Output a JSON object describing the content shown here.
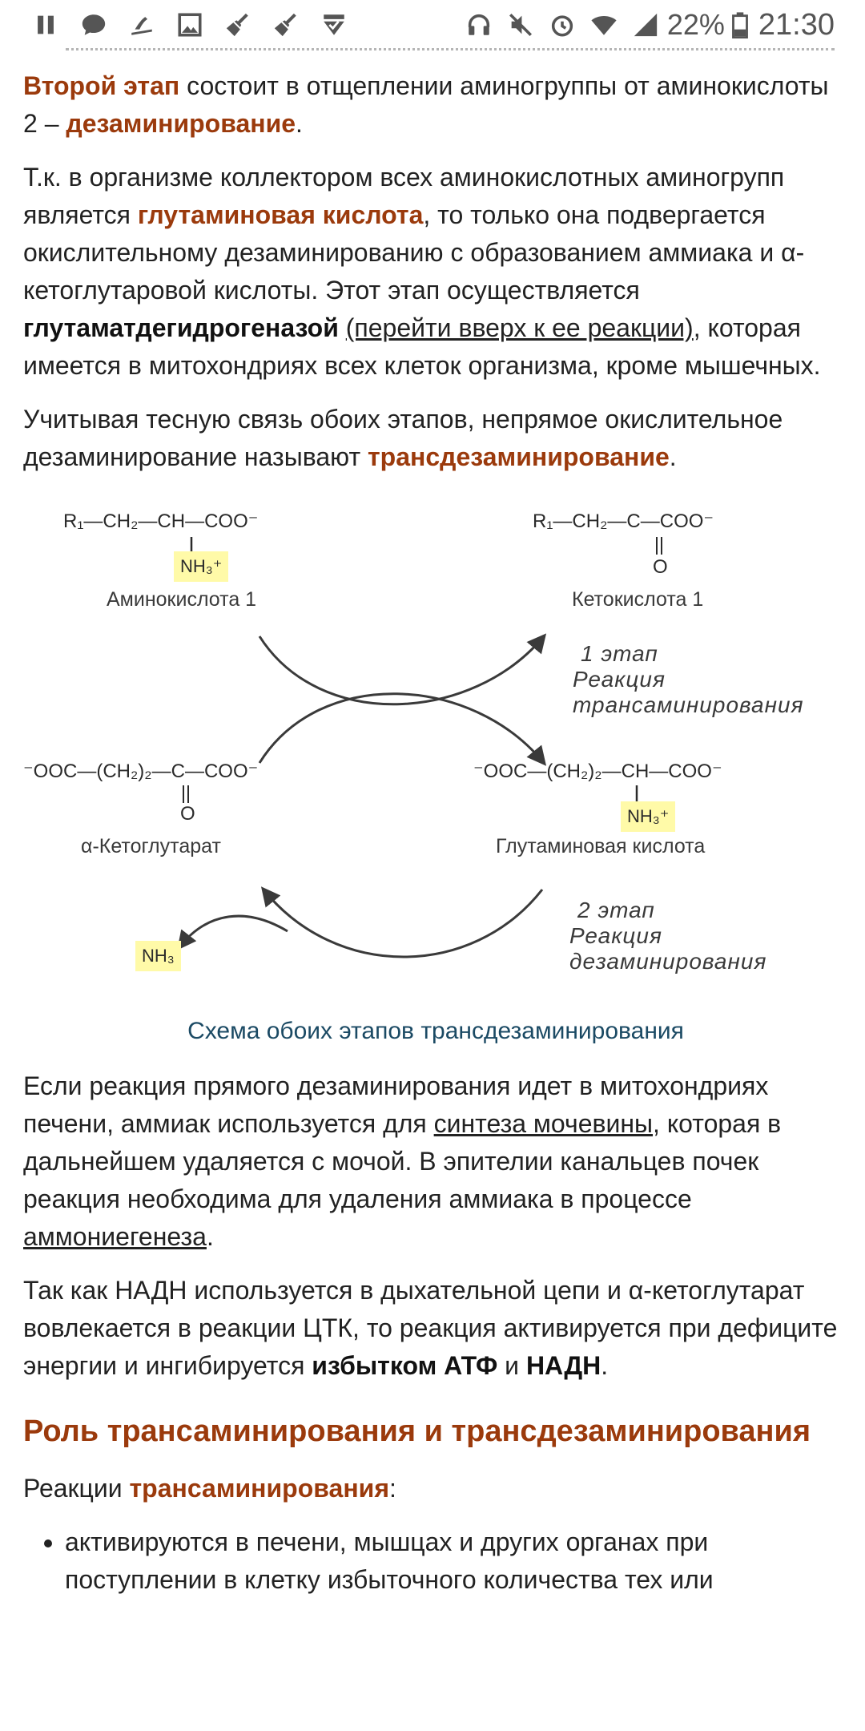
{
  "status_bar": {
    "left_icons": [
      "pause-icon",
      "chat-bubble-icon",
      "ski-icon",
      "image-icon",
      "broom-icon",
      "broom-icon",
      "check-badge-icon"
    ],
    "right_icons": [
      "headphones-icon",
      "mute-icon",
      "alarm-icon",
      "wifi-icon",
      "signal-icon",
      "battery-icon"
    ],
    "battery": "22%",
    "time": "21:30"
  },
  "p1": {
    "a": "Второй этап",
    "b": " состоит в отщеплении аминогруппы от аминокислоты 2 – ",
    "c": "дезаминирование",
    "d": "."
  },
  "p2": {
    "a": "Т.к. в организме коллектором всех аминокислотных аминогрупп является ",
    "b": "глутаминовая кислота",
    "c": ", то только она подвергается окислительному дезаминированию с образованием аммиака и α-кетоглутаровой кислоты. Этот этап осуществляется ",
    "d": "глутаматдегидрогеназой",
    "e": " ",
    "f": "(перейти вверх к ее реакции)",
    "g": ", которая имеется в митохондриях всех клеток организма, кроме мышечных."
  },
  "p3": {
    "a": "Учитывая тесную связь обоих этапов, непрямое окислительное дезаминирование называют ",
    "b": "трансдезаминирование",
    "c": "."
  },
  "diagram": {
    "aa1_formula": "R₁—CH₂—CH—COO⁻",
    "aa1_label": "Аминокислота 1",
    "keto1_formula": "R₁—CH₂—C—COO⁻",
    "keto1_label": "Кетокислота 1",
    "akg_formula": "⁻OOC—(CH₂)₂—C—COO⁻",
    "akg_label": "α-Кетоглутарат",
    "glu_formula": "⁻OOC—(CH₂)₂—CH—COO⁻",
    "glu_label": "Глутаминовая кислота",
    "nh3_plus": "NH₃⁺",
    "oxygen": "O",
    "nh3": "NH₃",
    "stage1_num": "1 этап",
    "stage1_title": "Реакция",
    "stage1_name": "трансаминирования",
    "stage2_num": "2 этап",
    "stage2_title": "Реакция",
    "stage2_name": "дезаминирования"
  },
  "caption": "Схема обоих этапов трансдезаминирования",
  "p4": {
    "a": "Если реакция прямого дезаминирования идет в митохондриях печени, аммиак используется для ",
    "b": "синтеза мочевины",
    "c": ", которая в дальнейшем удаляется с мочой. В эпителии канальцев почек реакция необходима для удаления аммиака в процессе ",
    "d": "аммониегенеза",
    "e": "."
  },
  "p5": {
    "a": "Так как НАДН используется в дыхательной цепи и α-кетоглутарат вовлекается в реакции ЦТК, то реакция активируется при дефиците энергии и ингибируется ",
    "b": "избытком АТФ",
    "c": " и ",
    "d": "НАДН",
    "e": "."
  },
  "section_title": "Роль трансаминирования и трансдезаминирования",
  "p6": {
    "a": "Реакции ",
    "b": "трансаминирования",
    "c": ":"
  },
  "list": [
    "активируются в печени, мышцах и других органах при поступлении в клетку избыточного количества тех или"
  ]
}
